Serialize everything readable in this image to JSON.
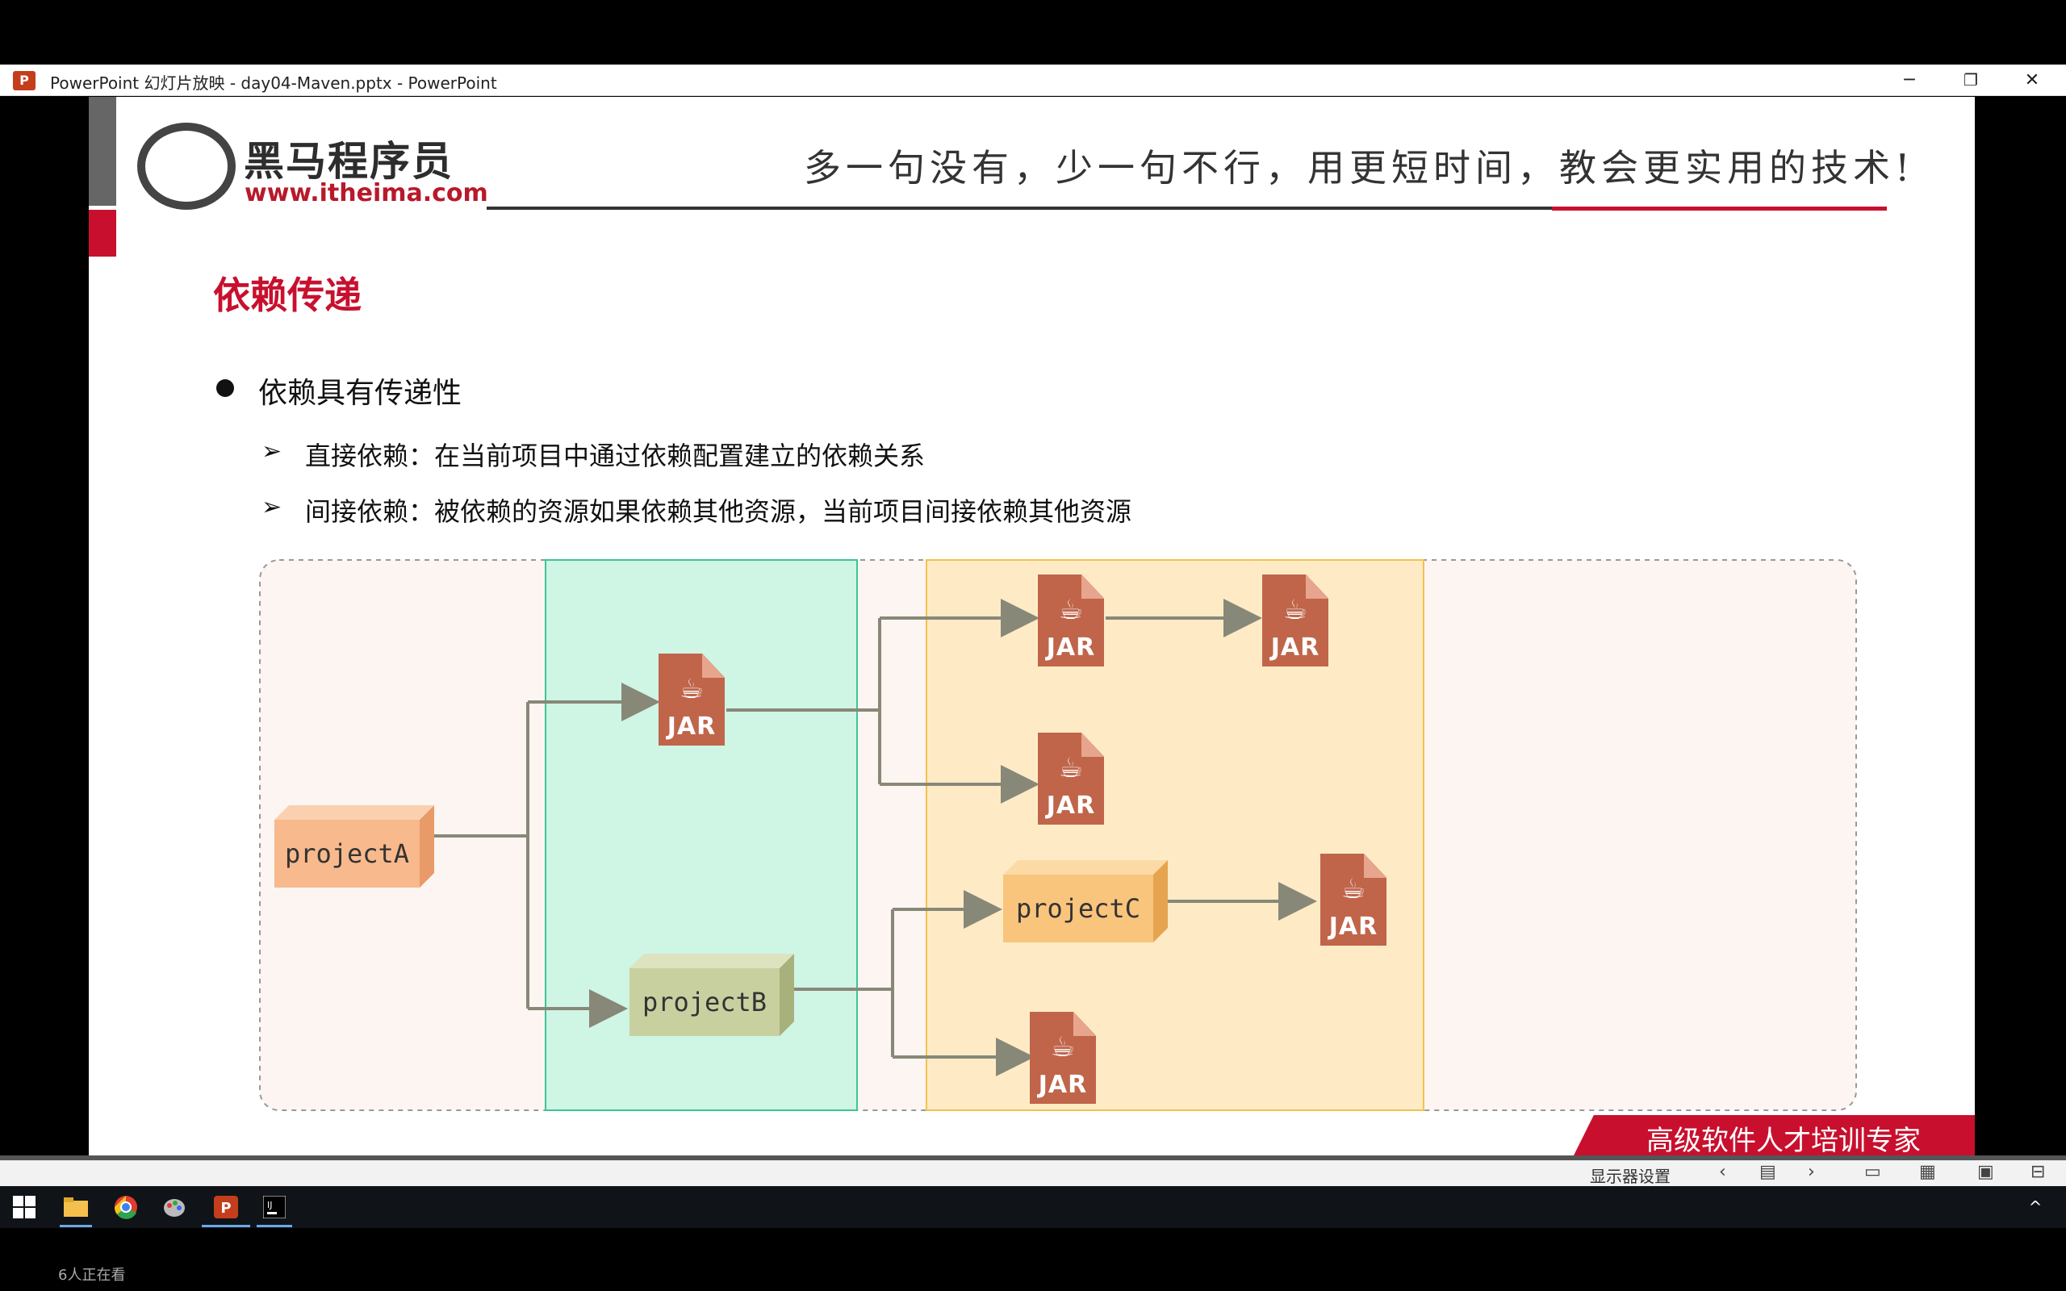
{
  "window": {
    "title": "PowerPoint 幻灯片放映  -  day04-Maven.pptx - PowerPoint",
    "app_icon": "P",
    "minimize": "─",
    "restore": "❐",
    "close": "✕"
  },
  "slide": {
    "logo_name": "黑马程序员",
    "logo_url": "www.itheima.com",
    "slogan": "多一句没有，少一句不行，用更短时间，教会更实用的技术!",
    "title": "依赖传递",
    "bullet": "依赖具有传递性",
    "sub_items": [
      "直接依赖：在当前项目中通过依赖配置建立的依赖关系",
      "间接依赖：被依赖的资源如果依赖其他资源，当前项目间接依赖其他资源"
    ],
    "arrow_glyph": "➢",
    "banner": "高级软件人才培训专家"
  },
  "diagram": {
    "nodes": {
      "projectA": "projectA",
      "projectB": "projectB",
      "projectC": "projectC"
    },
    "jar_label": "JAR",
    "jar_symbol": "☕",
    "colors": {
      "outer_bg": "#fdf5f1",
      "green_region": "#cff5e5",
      "yellow_region": "#feebc6",
      "jar": "#c0654a",
      "arrow": "#888878"
    }
  },
  "statusbar": {
    "monitor_label": "显示器设置",
    "controls": [
      "‹",
      "▤",
      "›",
      "▭",
      "▦",
      "▣",
      "⊟"
    ]
  },
  "taskbar": {
    "viewers": "6人正在看"
  }
}
